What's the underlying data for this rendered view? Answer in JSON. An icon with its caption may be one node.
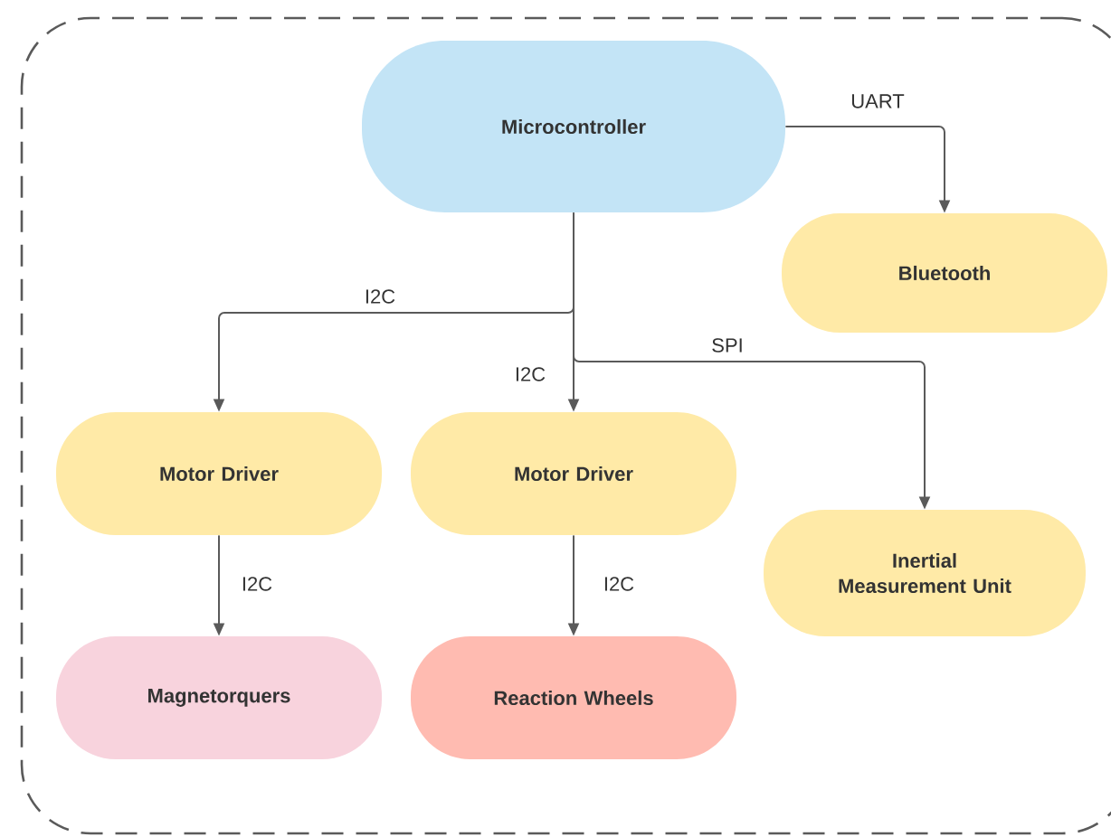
{
  "diagram": {
    "nodes": [
      {
        "text": [],
        "shape": "box"
      },
      {
        "text": [
          "Microcontroller"
        ],
        "in": 0
      },
      {
        "text": [
          "Bluetooth"
        ],
        "in": 0
      },
      {
        "text": [
          "Motor Driver"
        ],
        "in": 0
      },
      {
        "text": [
          "Motor Driver"
        ],
        "in": 0
      },
      {
        "text": [
          "Inertial Measurement Unit"
        ],
        "in": 0
      },
      {
        "text": [
          "Magnetorquers"
        ],
        "in": 0
      },
      {
        "text": [
          "Reaction Wheels"
        ],
        "in": 0
      }
    ],
    "edges": [
      {
        "from": 1,
        "to": 2,
        "arrow": "to",
        "label": "UART"
      },
      {
        "from": 1,
        "to": 3,
        "arrow": "to",
        "label": "I2C"
      },
      {
        "from": 1,
        "to": 4,
        "arrow": "to",
        "label": "I2C"
      },
      {
        "from": 1,
        "to": 5,
        "arrow": "to",
        "label": "SPI"
      },
      {
        "from": 3,
        "to": 6,
        "arrow": "to",
        "label": "I2C"
      },
      {
        "from": 4,
        "to": 7,
        "arrow": "to",
        "label": "I2C"
      }
    ]
  }
}
